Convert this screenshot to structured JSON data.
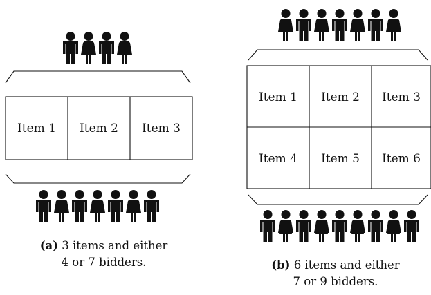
{
  "colors": {
    "ink": "#111111",
    "background": "#ffffff"
  },
  "icons": {
    "male": "male-person-icon",
    "female": "female-person-icon"
  },
  "panel_a": {
    "items": [
      "Item 1",
      "Item 2",
      "Item 3"
    ],
    "top_bidders": [
      "male",
      "female",
      "male",
      "female"
    ],
    "bottom_bidders": [
      "male",
      "female",
      "male",
      "female",
      "male",
      "female",
      "male"
    ],
    "caption_label": "(a)",
    "caption_line1": "3 items and either",
    "caption_line2": "4 or 7 bidders."
  },
  "panel_b": {
    "items": [
      "Item 1",
      "Item 2",
      "Item 3",
      "Item 4",
      "Item 5",
      "Item 6"
    ],
    "top_bidders": [
      "female",
      "male",
      "female",
      "male",
      "female",
      "male",
      "female"
    ],
    "bottom_bidders": [
      "male",
      "female",
      "male",
      "female",
      "male",
      "female",
      "male",
      "female",
      "male"
    ],
    "caption_label": "(b)",
    "caption_line1": "6 items and either",
    "caption_line2": "7 or 9 bidders."
  }
}
